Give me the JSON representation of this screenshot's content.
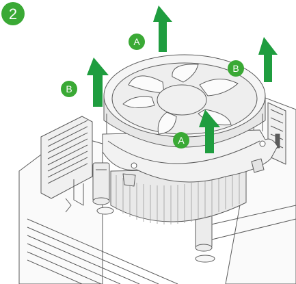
{
  "step_number": "2",
  "callouts": {
    "a_top": "A",
    "b_left": "B",
    "b_right": "B",
    "a_center": "A"
  },
  "colors": {
    "step_badge": "#3aa935",
    "callout_badge": "#3aa935",
    "arrow": "#1f9d3f",
    "line": "#5a5a5a",
    "fill_light": "#f3f3f3",
    "fill_mid": "#e6e6e6",
    "fill_dark": "#d9d9d9"
  },
  "icons": {
    "arrow": "arrow-up-icon",
    "badge": "circle-letter-badge-icon"
  }
}
